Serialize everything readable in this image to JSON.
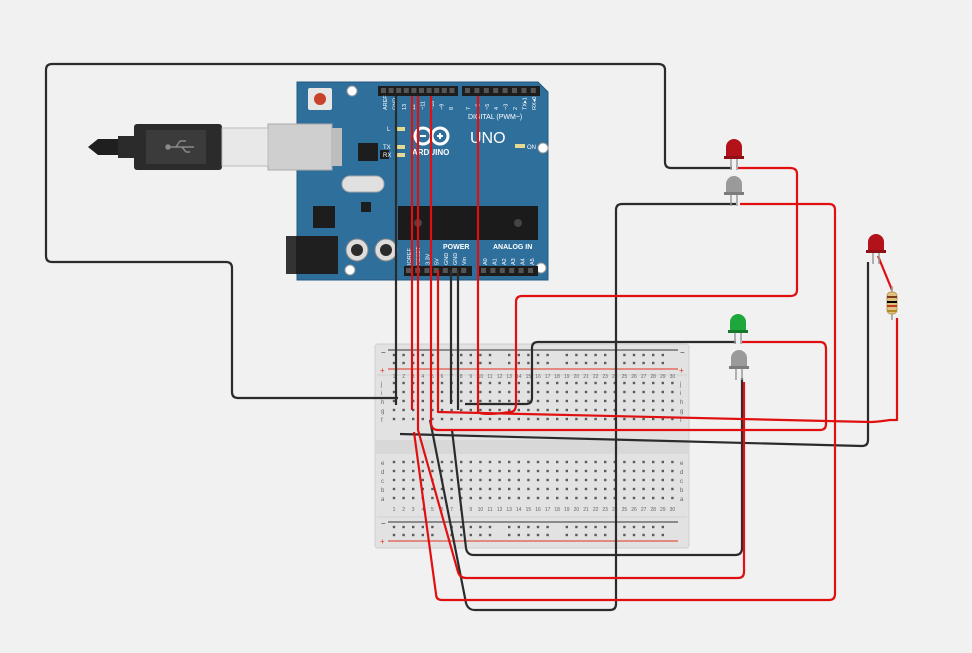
{
  "board": {
    "brand": "ARDUINO",
    "model": "UNO",
    "digital_header": "DIGITAL (PWM~)",
    "power_header": "POWER",
    "analog_header": "ANALOG IN",
    "on_label": "ON",
    "led_labels": [
      "L",
      "TX",
      "RX"
    ],
    "digital_pins": [
      "AREF",
      "GND",
      "13",
      "12",
      "~11",
      "~10",
      "~9",
      "8",
      "7",
      "~6",
      "~5",
      "4",
      "~3",
      "2",
      "TX▸1",
      "RX◂0"
    ],
    "power_pins": [
      "IOREF",
      "RESET",
      "3.3V",
      "5V",
      "GND",
      "GND",
      "Vin"
    ],
    "analog_pins": [
      "A0",
      "A1",
      "A2",
      "A3",
      "A4",
      "A5"
    ]
  },
  "breadboard": {
    "rows_top": [
      "j",
      "i",
      "h",
      "g",
      "f"
    ],
    "rows_bottom": [
      "e",
      "d",
      "c",
      "b",
      "a"
    ],
    "columns": [
      "1",
      "2",
      "3",
      "4",
      "5",
      "6",
      "7",
      "8",
      "9",
      "10",
      "11",
      "12",
      "13",
      "14",
      "15",
      "16",
      "17",
      "18",
      "19",
      "20",
      "21",
      "22",
      "23",
      "24",
      "25",
      "26",
      "27",
      "28",
      "29",
      "30"
    ],
    "rail_minus": "−",
    "rail_plus": "+"
  },
  "leds": [
    {
      "id": "led-red-1",
      "color": "#b3121b"
    },
    {
      "id": "led-gray-1",
      "color": "#9a9a9a"
    },
    {
      "id": "led-red-2",
      "color": "#b3121b"
    },
    {
      "id": "led-green",
      "color": "#1ea83c"
    },
    {
      "id": "led-gray-2",
      "color": "#9a9a9a"
    }
  ],
  "colors": {
    "board": "#2f6f9c",
    "wire_red": "#e01010",
    "wire_black": "#2b2b2b",
    "background": "#f1f1f1"
  }
}
